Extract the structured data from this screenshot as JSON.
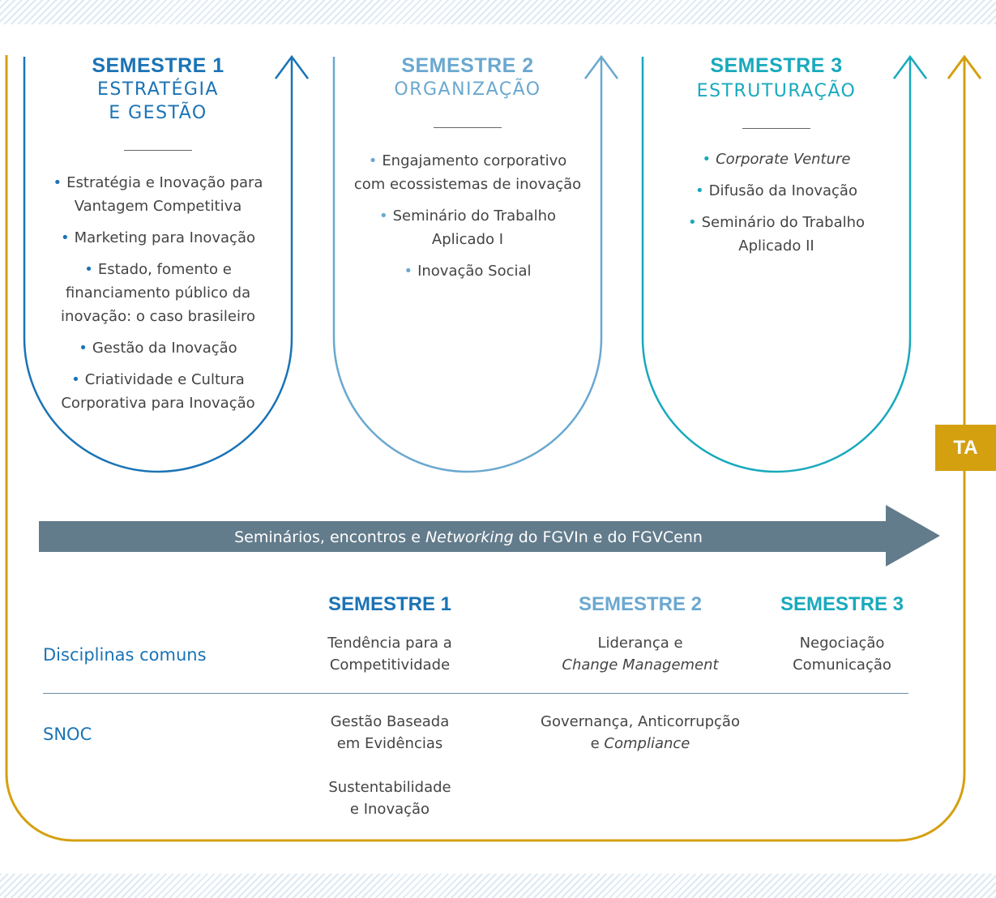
{
  "colors": {
    "semester1": "#1a73b5",
    "semester2": "#6aa8d0",
    "semester3": "#18a9bd",
    "ta_gold": "#d4a010",
    "arrow_gray": "#637c8c"
  },
  "semesters": [
    {
      "title": "SEMESTRE 1",
      "subtitle_lines": [
        "ESTRATÉGIA",
        "E GESTÃO"
      ],
      "items": [
        [
          "Estratégia e Inovação para",
          "Vantagem Competitiva"
        ],
        [
          "Marketing para Inovação"
        ],
        [
          "Estado, fomento e",
          "financiamento público da",
          "inovação: o caso brasileiro"
        ],
        [
          "Gestão da Inovação"
        ],
        [
          "Criatividade e Cultura",
          "Corporativa para Inovação"
        ]
      ]
    },
    {
      "title": "SEMESTRE 2",
      "subtitle_lines": [
        "ORGANIZAÇÃO"
      ],
      "items": [
        [
          "Engajamento corporativo",
          "com ecossistemas de inovação"
        ],
        [
          "Seminário do Trabalho",
          "Aplicado I"
        ],
        [
          "Inovação Social"
        ]
      ]
    },
    {
      "title": "SEMESTRE 3",
      "subtitle_lines": [
        "ESTRUTURAÇÃO"
      ],
      "items": [
        [
          "Corporate Venture"
        ],
        [
          "Difusão da Inovação"
        ],
        [
          "Seminário do Trabalho",
          "Aplicado II"
        ]
      ]
    }
  ],
  "bullet": "•",
  "arrow": {
    "pre": "Seminários, encontros e ",
    "italic": "Networking",
    "post": " do FGVIn e do FGVCenn"
  },
  "ta_label": "TA",
  "table": {
    "headers": [
      "SEMESTRE 1",
      "SEMESTRE 2",
      "SEMESTRE 3"
    ],
    "rows": [
      {
        "label": "Disciplinas comuns",
        "s1": [
          "Tendência para a",
          "Competitividade"
        ],
        "s2_line1": "Liderança e",
        "s2_line2_italic": "Change Management",
        "s3": [
          "Negociação",
          "Comunicação"
        ]
      },
      {
        "label": "SNOC",
        "s1_a": [
          "Gestão Baseada",
          "em Evidências"
        ],
        "s1_b": [
          "Sustentabilidade",
          "e Inovação"
        ],
        "s2_line1": "Governança, Anticorrupção",
        "s2_line2_pre": "e ",
        "s2_line2_italic": "Compliance"
      }
    ]
  }
}
